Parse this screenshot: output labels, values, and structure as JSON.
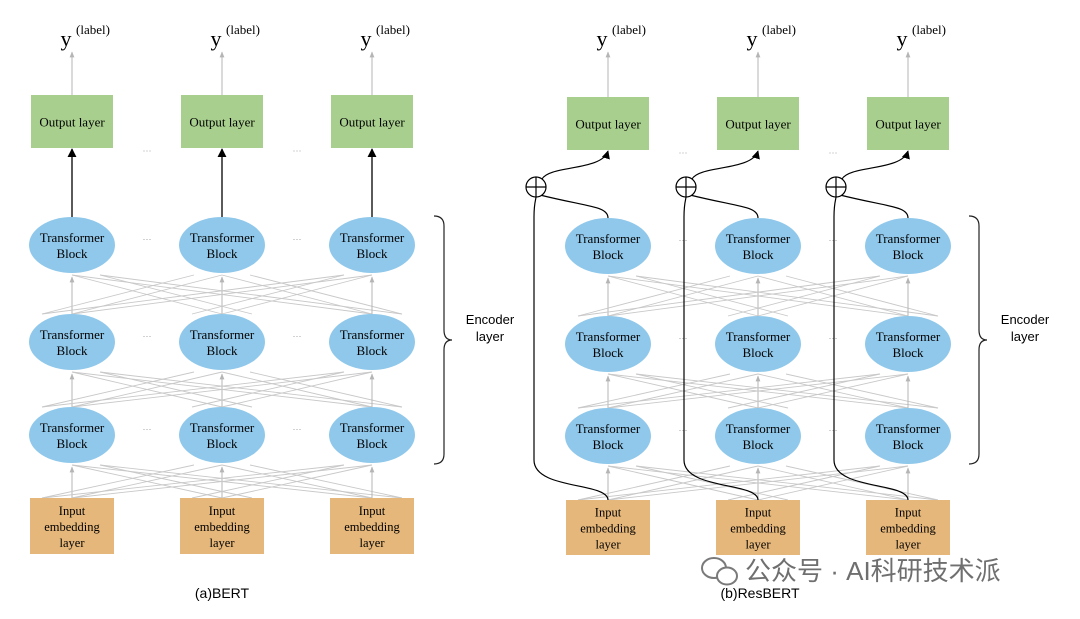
{
  "diagrams": [
    {
      "id": "bert",
      "caption": "(a)BERT",
      "columns": 3,
      "residual": false
    },
    {
      "id": "resbert",
      "caption": "(b)ResBERT",
      "columns": 3,
      "residual": true
    }
  ],
  "labels": {
    "output_symbol": "y",
    "output_superscript": "(label)",
    "output_layer": "Output layer",
    "transformer_line1": "Transformer",
    "transformer_line2": "Block",
    "input_line1": "Input",
    "input_line2": "embedding",
    "input_line3": "layer",
    "ellipsis": "···",
    "encoder_line1": "Encoder",
    "encoder_line2": "layer"
  },
  "watermark": {
    "text": "公众号 · AI科研技术派",
    "icon": "wechat-icon"
  },
  "colors": {
    "output_fill": "#a8cf8e",
    "block_fill": "#8fc8ea",
    "input_fill": "#e6b77a",
    "arrow": "#000000",
    "connection": "#c8c8c8",
    "thin_arrow": "#b5b5b5"
  }
}
